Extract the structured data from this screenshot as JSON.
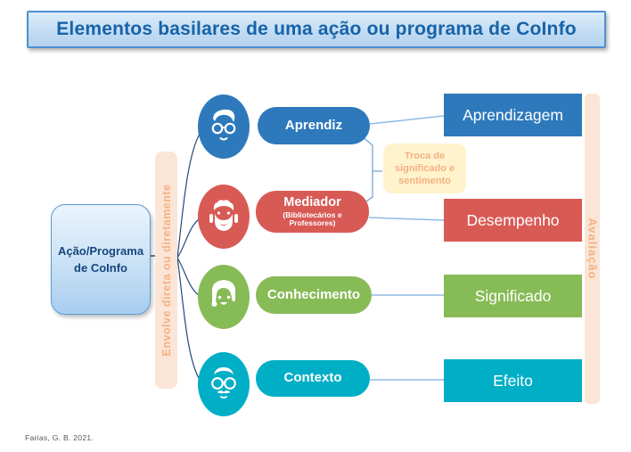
{
  "title": "Elementos basilares de uma ação ou programa de CoInfo",
  "source_box": {
    "label": "Ação/Programa de CoInfo"
  },
  "left_bar": {
    "label": "Envolve direta ou diretamente"
  },
  "right_bar": {
    "label": "Avaliação"
  },
  "exchange_box": {
    "label": "Troca de significado e sentimento"
  },
  "citation": "Farias, G. B. 2021.",
  "rows": [
    {
      "id": "aprendiz",
      "icon": "young-man-with-glasses",
      "pill": "Aprendiz",
      "pill_sub": "",
      "result": "Aprendizagem",
      "color": "#2e79bc"
    },
    {
      "id": "mediador",
      "icon": "bearded-man-with-headset",
      "pill": "Mediador",
      "pill_sub": "(Bibliotecários e Professores)",
      "result": "Desempenho",
      "color": "#d85a55"
    },
    {
      "id": "conhecimento",
      "icon": "woman-with-bob-hair",
      "pill": "Conhecimento",
      "pill_sub": "",
      "result": "Significado",
      "color": "#87bb56"
    },
    {
      "id": "contexto",
      "icon": "man-with-round-glasses-and-mustache",
      "pill": "Contexto",
      "pill_sub": "",
      "result": "Efeito",
      "color": "#00aec6"
    }
  ],
  "colors": {
    "blue": "#2e79bc",
    "red": "#d85a55",
    "green": "#87bb56",
    "teal": "#00aec6",
    "peach_bar_bg": "#fbe5d6",
    "peach_text": "#f4b183",
    "exchange_bg": "#fff3cd",
    "title_text": "#1763a8",
    "connector_light": "#8fbce6",
    "connector_dark": "#24477a"
  }
}
